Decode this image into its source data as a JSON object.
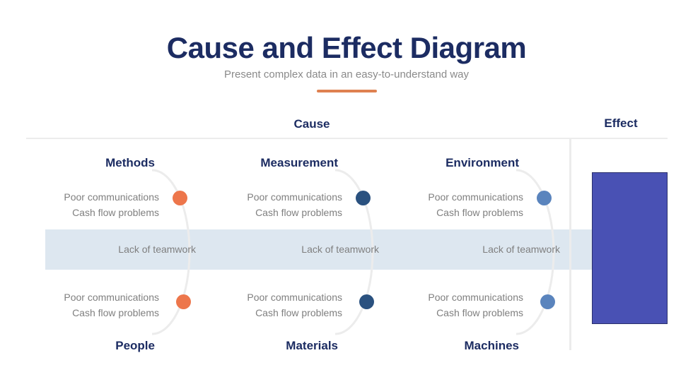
{
  "header": {
    "title": "Cause and Effect Diagram",
    "subtitle": "Present complex data in an easy-to-understand way"
  },
  "section_labels": {
    "cause": "Cause",
    "effect": "Effect"
  },
  "branches": {
    "top": [
      {
        "title": "Methods",
        "items": [
          "Poor communications",
          "Cash flow problems"
        ]
      },
      {
        "title": "Measurement",
        "items": [
          "Poor communications",
          "Cash flow problems"
        ]
      },
      {
        "title": "Environment",
        "items": [
          "Poor communications",
          "Cash flow problems"
        ]
      }
    ],
    "bottom": [
      {
        "title": "People",
        "items": [
          "Poor communications",
          "Cash flow problems"
        ]
      },
      {
        "title": "Materials",
        "items": [
          "Poor communications",
          "Cash flow problems"
        ]
      },
      {
        "title": "Machines",
        "items": [
          "Poor communications",
          "Cash flow problems"
        ]
      }
    ]
  },
  "band_labels": [
    "Lack of teamwork",
    "Lack of teamwork",
    "Lack of teamwork"
  ],
  "colors": {
    "title_navy": "#1c2c62",
    "accent_orange": "#df8150",
    "dot_orange": "#ed764b",
    "dot_dark_blue": "#2a517f",
    "dot_light_blue": "#5a84bd",
    "band_blue": "#dde7f0",
    "effect_box_purple": "#4951b4",
    "line_gray": "#ececec",
    "body_gray": "#7f7f7f"
  }
}
